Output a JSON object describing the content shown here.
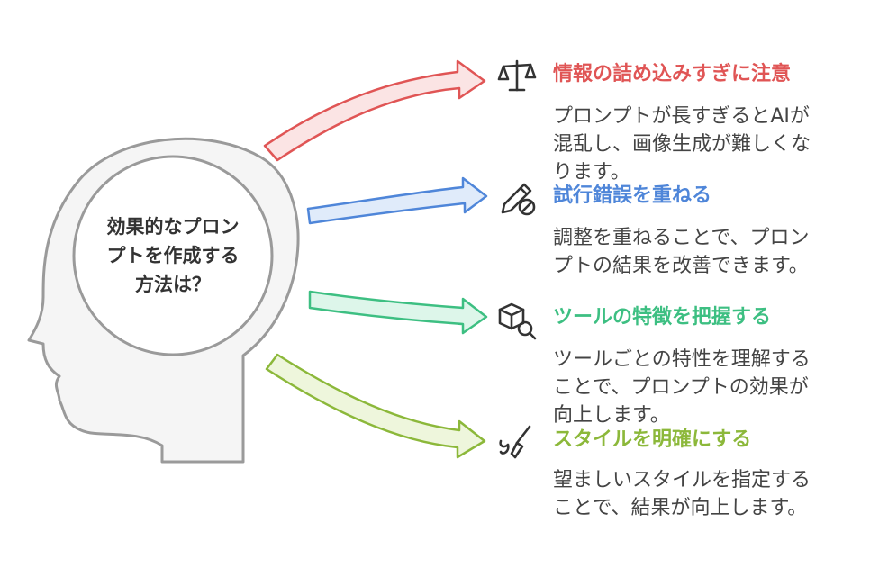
{
  "center": {
    "lines": [
      "効果的なプロン",
      "プトを作成する",
      "方法は？"
    ]
  },
  "items": [
    {
      "title": "情報の詰め込みすぎに注意",
      "desc": [
        "プロンプトが長すぎるとAIが",
        "混乱し、画像生成が難しくな",
        "ります。"
      ],
      "color": "#e05555",
      "fill": "#fbe4e4",
      "icon": "balance-scale-icon"
    },
    {
      "title": "試行錯誤を重ねる",
      "desc": [
        "調整を重ねることで、プロン",
        "プトの結果を改善できます。"
      ],
      "color": "#4f86d9",
      "fill": "#e0ebfa",
      "icon": "pencil-cancel-icon"
    },
    {
      "title": "ツールの特徴を把握する",
      "desc": [
        "ツールごとの特性を理解する",
        "ことで、プロンプトの効果が",
        "向上します。"
      ],
      "color": "#3dbf82",
      "fill": "#ddf6ea",
      "icon": "box-search-icon"
    },
    {
      "title": "スタイルを明確にする",
      "desc": [
        "望ましいスタイルを指定する",
        "ことで、結果が向上します。"
      ],
      "color": "#8cb83a",
      "fill": "#eef6dc",
      "icon": "paintbrush-icon"
    }
  ]
}
